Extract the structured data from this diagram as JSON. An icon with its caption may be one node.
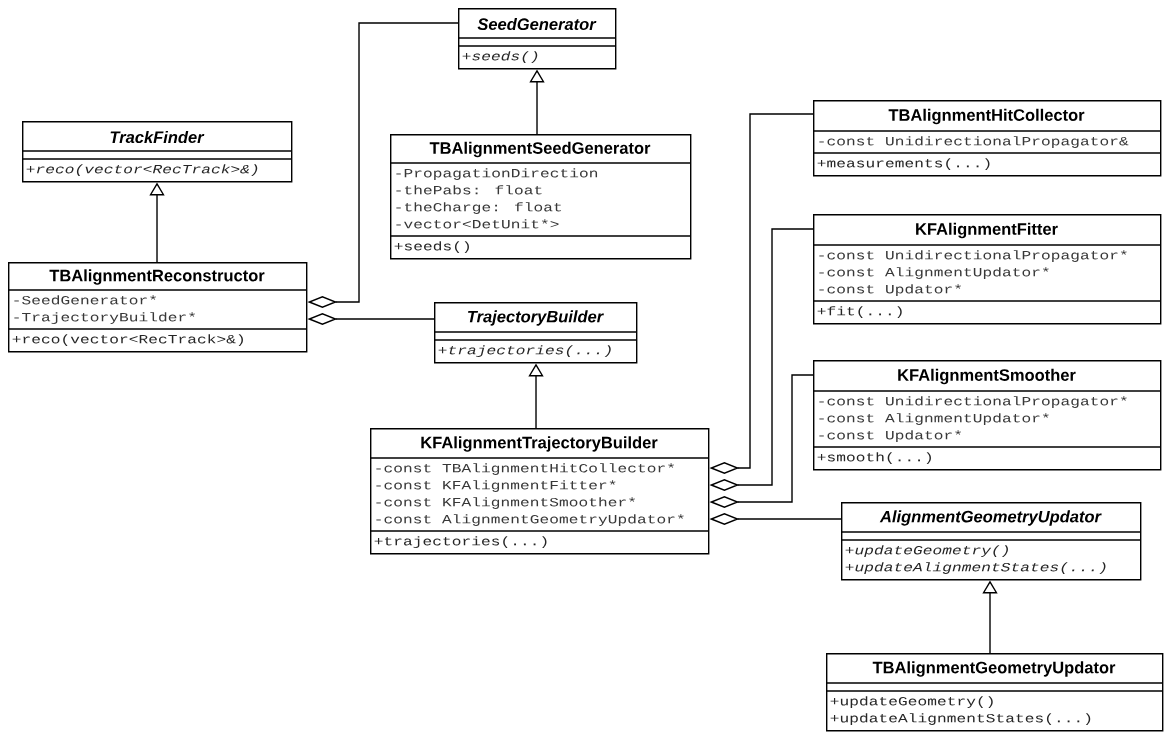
{
  "diagram": {
    "nodes": [
      {
        "text": [
          "SeedGenerator",
          "+seeds()"
        ]
      },
      {
        "text": [
          "TrackFinder",
          "+reco(vector<RecTrack>&)"
        ]
      },
      {
        "text": [
          "TBAlignmentSeedGenerator",
          "-PropagationDirection",
          "-thePabs: float",
          "-theCharge: float",
          "-vector<DetUnit*>",
          "+seeds()"
        ]
      },
      {
        "text": [
          "TBAlignmentHitCollector",
          "-const UnidirectionalPropagator&",
          "+measurements(...)"
        ]
      },
      {
        "text": [
          "TBAlignmentReconstructor",
          "-SeedGenerator*",
          "-TrajectoryBuilder*",
          "+reco(vector<RecTrack>&)"
        ]
      },
      {
        "text": [
          "KFAlignmentFitter",
          "-const UnidirectionalPropagator*",
          "-const AlignmentUpdator*",
          "-const Updator*",
          "+fit(...)"
        ]
      },
      {
        "text": [
          "TrajectoryBuilder",
          "+trajectories(...)"
        ]
      },
      {
        "text": [
          "KFAlignmentSmoother",
          "-const UnidirectionalPropagator*",
          "-const AlignmentUpdator*",
          "-const Updator*",
          "+smooth(...)"
        ]
      },
      {
        "text": [
          "KFAlignmentTrajectoryBuilder",
          "-const TBAlignmentHitCollector*",
          "-const KFAlignmentFitter*",
          "-const KFAlignmentSmoother*",
          "-const AlignmentGeometryUpdator*",
          "+trajectories(...)"
        ]
      },
      {
        "text": [
          "AlignmentGeometryUpdator",
          "+updateGeometry()",
          "+updateAlignmentStates(...)"
        ]
      },
      {
        "text": [
          "TBAlignmentGeometryUpdator",
          "+updateGeometry()",
          "+updateAlignmentStates(...)"
        ]
      }
    ],
    "edges": [
      {
        "from": 2,
        "to": 0,
        "arrow": "to"
      },
      {
        "from": 4,
        "to": 1,
        "arrow": "to"
      },
      {
        "from": 0,
        "to": 4,
        "arrow": "other"
      },
      {
        "from": 6,
        "to": 4,
        "arrow": "other"
      },
      {
        "from": 8,
        "to": 6,
        "arrow": "to"
      },
      {
        "from": 3,
        "to": 8,
        "arrow": "other"
      },
      {
        "from": 5,
        "to": 8,
        "arrow": "other"
      },
      {
        "from": 7,
        "to": 8,
        "arrow": "other"
      },
      {
        "from": 9,
        "to": 8,
        "arrow": "other"
      },
      {
        "from": 10,
        "to": 9,
        "arrow": "to"
      }
    ]
  }
}
